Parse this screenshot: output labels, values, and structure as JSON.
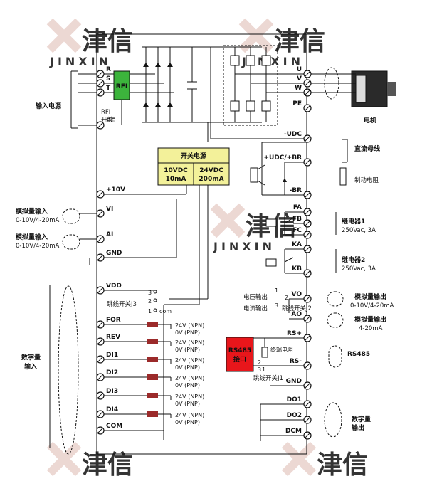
{
  "watermark": {
    "brand_cn": "津信",
    "brand_en": "JINXIN"
  },
  "colors": {
    "rfi": "#3cb43c",
    "psu": "#f3f19a",
    "rs485": "#e8161b",
    "resistor": "#9b2a2a",
    "line": "#111111",
    "watermark": "#e9d2cc"
  },
  "left": {
    "input_power": "输入电源",
    "rfi_switch": [
      "RFI",
      "开关"
    ],
    "analog_in_1": [
      "模拟量输入",
      "0-10V/4-20mA"
    ],
    "analog_in_2": [
      "模拟量输入",
      "0-10V/4-20mA"
    ],
    "digital_in": [
      "数字量",
      "输入"
    ],
    "jumper_j3": "跳线开关J3",
    "j3_pin_com": "com",
    "npn_pnp": [
      "24V (NPN)",
      "0V (PNP)"
    ]
  },
  "terminals_left": [
    "R",
    "S",
    "T",
    "PE",
    "+10V",
    "VI",
    "AI",
    "GND",
    "VDD",
    "FOR",
    "REV",
    "DI1",
    "DI2",
    "DI3",
    "DI4",
    "COM"
  ],
  "terminals_right": [
    "U",
    "V",
    "W",
    "PE",
    "-UDC",
    "+UDC/+BR",
    "-BR",
    "FA",
    "FB",
    "FC",
    "KA",
    "KB",
    "VO",
    "AO",
    "RS+",
    "RS-",
    "GND",
    "DO1",
    "DO2",
    "DCM"
  ],
  "blocks": {
    "rfi": "RFI",
    "psu_title": "开关电源",
    "psu_out1": [
      "10VDC",
      "10mA"
    ],
    "psu_out2": [
      "24VDC",
      "200mA"
    ],
    "rs485_box": [
      "RS485",
      "接口"
    ]
  },
  "right": {
    "motor": "电机",
    "dc_bus": "直流母线",
    "brake_res": "制动电阻",
    "relay1": [
      "继电器1",
      "250Vac, 3A"
    ],
    "relay2": [
      "继电器2",
      "250Vac, 3A"
    ],
    "voltage_out": "电压输出",
    "current_out": "电流输出",
    "jumper_j2": "跳线开关J2",
    "analog_out_1": [
      "模拟量输出",
      "0-10V/4-20mA"
    ],
    "analog_out_2": [
      "模拟量输出",
      "4-20mA"
    ],
    "rs485_label": "RS485",
    "term_resistor": "终端电阻",
    "jumper_j1": "跳线开关J1",
    "digital_out": [
      "数字量",
      "输出"
    ]
  },
  "pin_numbers": {
    "one": "1",
    "two": "2",
    "three": "3"
  }
}
